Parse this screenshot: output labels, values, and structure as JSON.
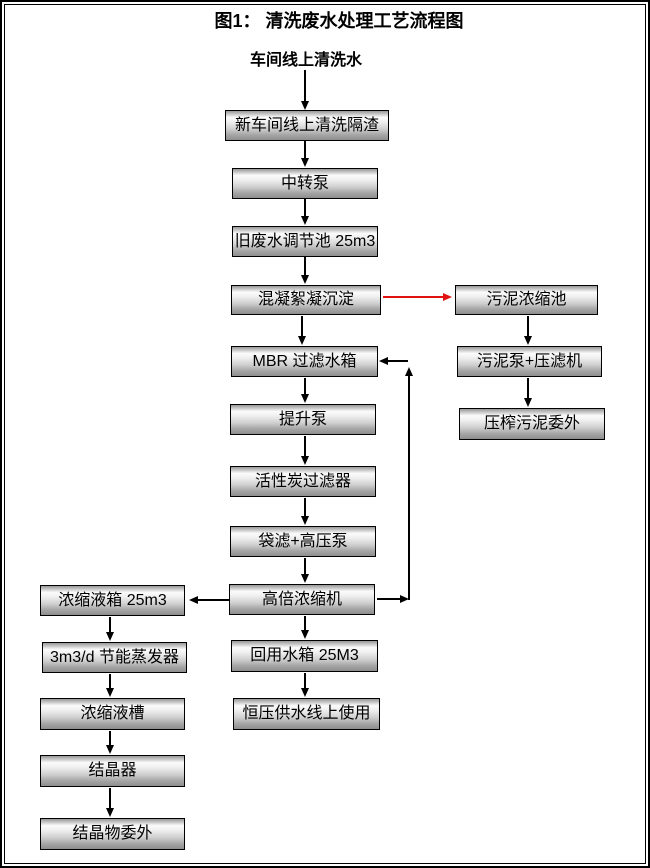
{
  "figure": {
    "title": "图1：  清洗废水处理工艺流程图",
    "source_label": "车间线上清洗水"
  },
  "colors": {
    "red_arrow": "#e01212",
    "black_arrow": "#000000",
    "box_border": "#000000"
  },
  "flow": {
    "main": [
      "新车间线上清洗隔渣",
      "中转泵",
      "旧废水调节池 25m3",
      "混凝絮凝沉淀",
      "MBR 过滤水箱",
      "提升泵",
      "活性炭过滤器",
      "袋滤+高压泵",
      "高倍浓缩机",
      "回用水箱 25M3",
      "恒压供水线上使用"
    ],
    "sludge_branch": [
      "污泥浓缩池",
      "污泥泵+压滤机",
      "压榨污泥委外"
    ],
    "concentrate_branch": [
      "浓缩液箱 25m3",
      "3m3/d 节能蒸发器",
      "浓缩液槽",
      "结晶器",
      "结晶物委外"
    ]
  }
}
